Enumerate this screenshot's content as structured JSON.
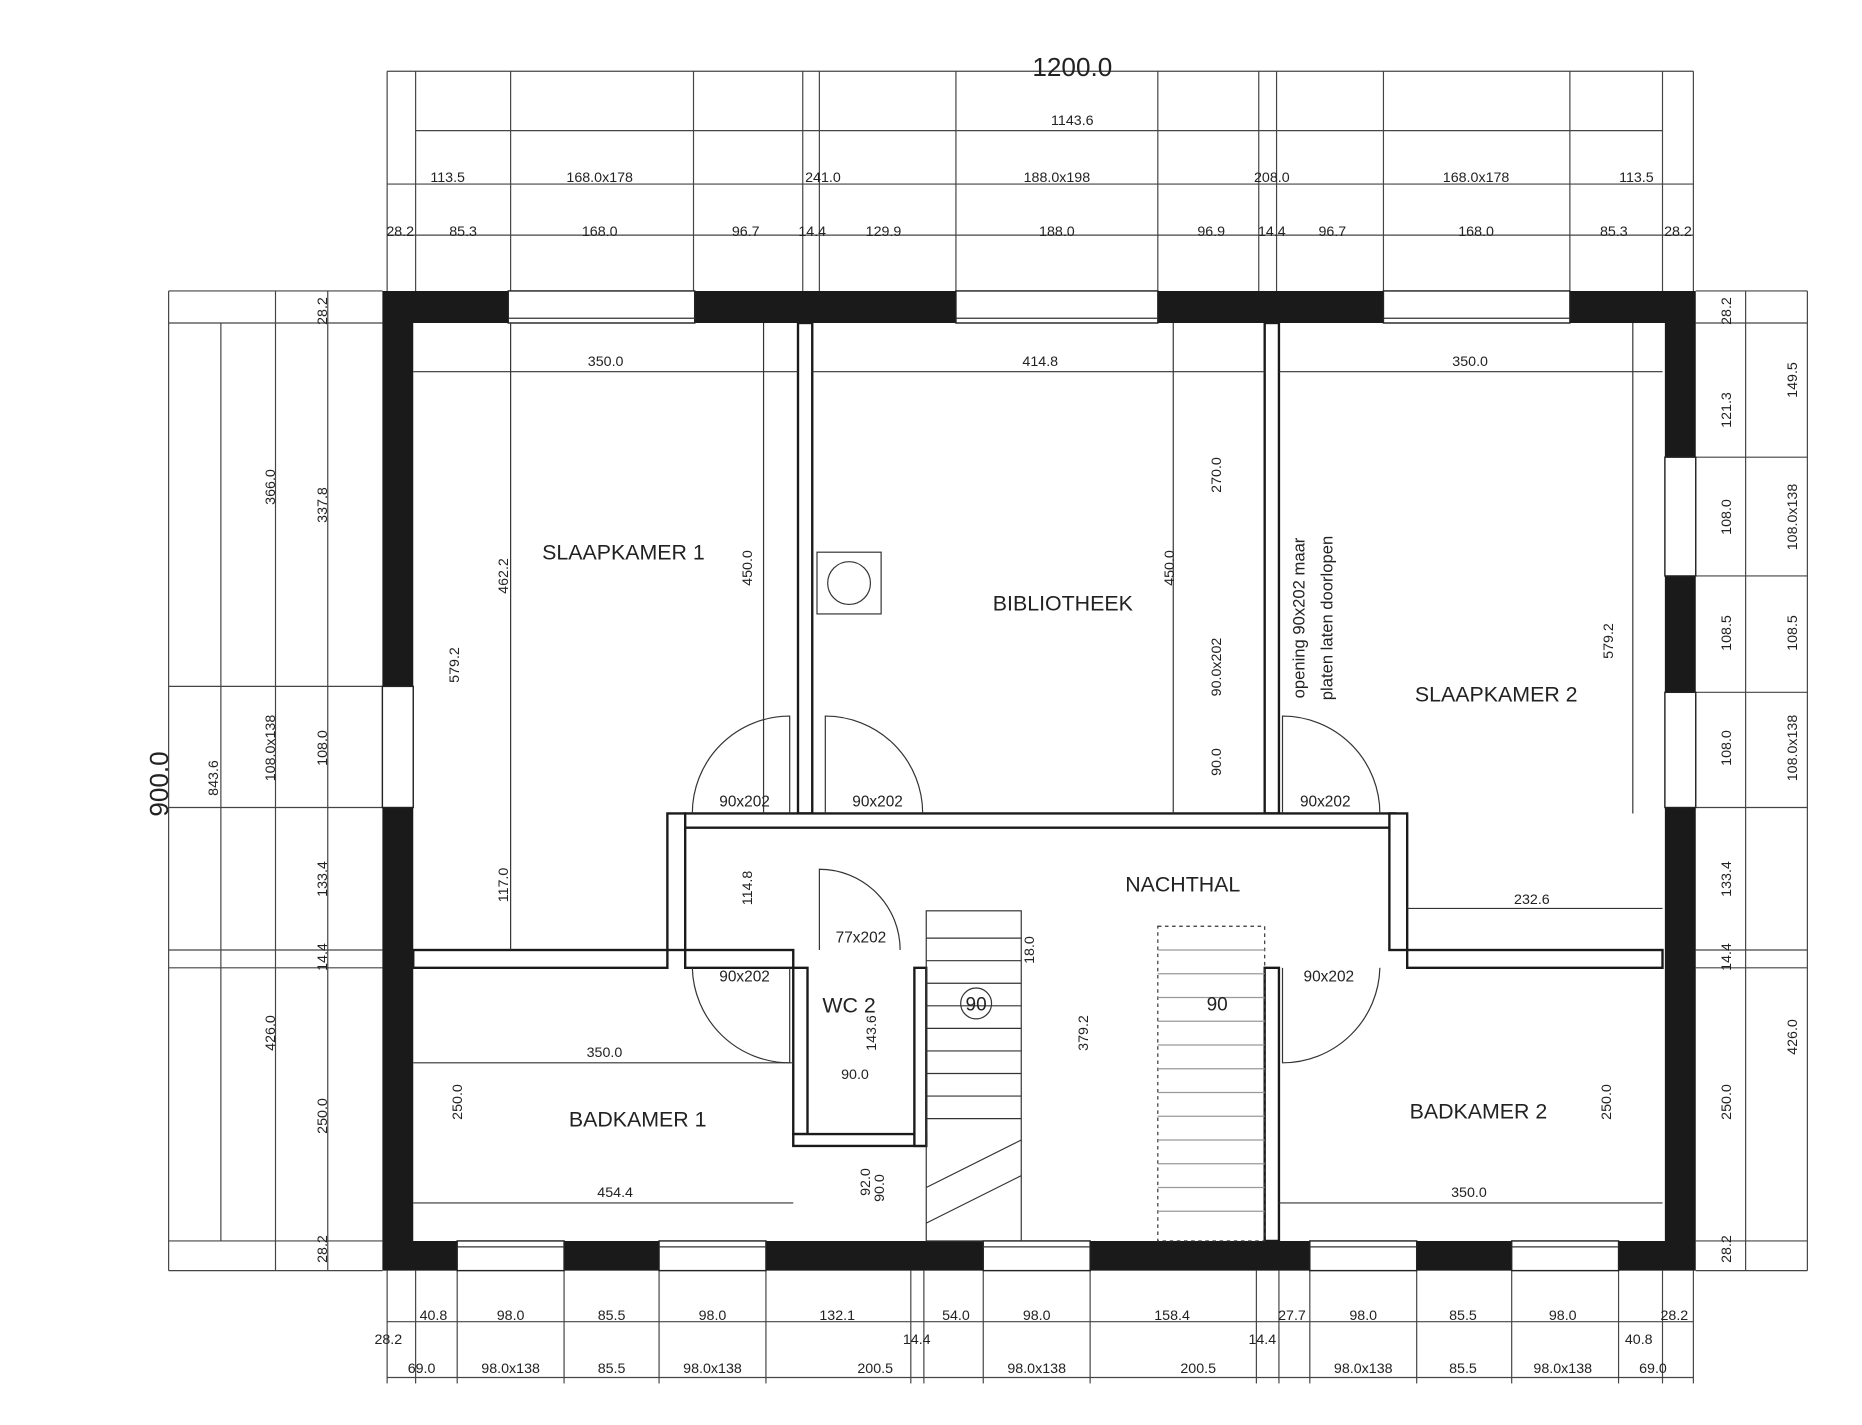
{
  "overall": {
    "width": "1200.0",
    "height": "900.0",
    "inner_width": "1143.6",
    "inner_height": "843.6"
  },
  "top_row1": [
    "113.5",
    "168.0x178",
    "241.0",
    "188.0x198",
    "208.0",
    "168.0x178",
    "113.5"
  ],
  "top_row2": [
    "28.2",
    "85.3",
    "168.0",
    "96.7",
    "14.4",
    "129.9",
    "188.0",
    "96.9",
    "14.4",
    "96.7",
    "168.0",
    "85.3",
    "28.2"
  ],
  "bottom_row1": [
    "40.8",
    "98.0",
    "85.5",
    "98.0",
    "132.1",
    "54.0",
    "98.0",
    "158.4",
    "27.7",
    "98.0",
    "85.5",
    "98.0",
    "28.2"
  ],
  "bottom_mid": [
    "28.2",
    "14.4",
    "14.4",
    "40.8"
  ],
  "bottom_row2": [
    "69.0",
    "98.0x138",
    "85.5",
    "98.0x138",
    "200.5",
    "98.0x138",
    "200.5",
    "98.0x138",
    "85.5",
    "98.0x138",
    "69.0"
  ],
  "left_outer": [
    "366.0",
    "108.0x138",
    "426.0"
  ],
  "left_inner": [
    "28.2",
    "337.8",
    "108.0",
    "133.4",
    "14.4",
    "250.0",
    "28.2"
  ],
  "right_inner": [
    "28.2",
    "121.3",
    "108.0",
    "108.5",
    "108.0",
    "133.4",
    "14.4",
    "250.0",
    "28.2"
  ],
  "right_outer": [
    "149.5",
    "108.0x138",
    "108.5",
    "108.0x138",
    "426.0"
  ],
  "rooms": {
    "slaapkamer1": "SLAAPKAMER 1",
    "bibliotheek": "BIBLIOTHEEK",
    "slaapkamer2": "SLAAPKAMER 2",
    "nachthal": "NACHTHAL",
    "wc2": "WC 2",
    "badkamer1": "BADKAMER 1",
    "badkamer2": "BADKAMER 2"
  },
  "interior_dims": [
    "350.0",
    "414.8",
    "350.0",
    "462.2",
    "450.0",
    "579.2",
    "450.0",
    "270.0",
    "90.0x202",
    "90.0",
    "579.2",
    "117.0",
    "114.8",
    "232.6",
    "350.0",
    "250.0",
    "454.4",
    "143.6",
    "90.0",
    "92.0",
    "90.0",
    "379.2",
    "18.0",
    "350.0",
    "250.0"
  ],
  "doors": [
    "90x202",
    "90x202",
    "90x202",
    "90x202",
    "90x202",
    "77x202"
  ],
  "stairs": [
    "90",
    "90"
  ],
  "note": [
    "opening 90x202 maar",
    "platen laten doorlopen"
  ]
}
